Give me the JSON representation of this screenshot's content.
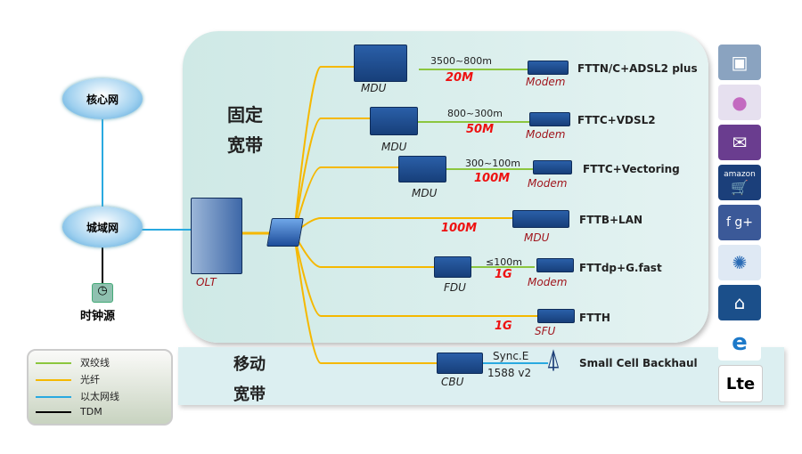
{
  "colors": {
    "twisted_pair": "#8cc63f",
    "fiber": "#f5b800",
    "ethernet": "#29a9e0",
    "tdm": "#000000"
  },
  "network": {
    "core": "核心网",
    "metro": "城域网",
    "clock": "时钟源"
  },
  "sections": {
    "fixed": [
      "固定",
      "宽带"
    ],
    "mobile": [
      "移动",
      "宽带"
    ]
  },
  "olt": "OLT",
  "rows": [
    {
      "device": "MDU",
      "distance": "3500~800m",
      "speed": "20M",
      "terminal": "Modem",
      "tech": "FTTN/C+ADSL2 plus"
    },
    {
      "device": "MDU",
      "distance": "800~300m",
      "speed": "50M",
      "terminal": "Modem",
      "tech": "FTTC+VDSL2"
    },
    {
      "device": "MDU",
      "distance": "300~100m",
      "speed": "100M",
      "terminal": "Modem",
      "tech": "FTTC+Vectoring"
    },
    {
      "device": "",
      "distance": "",
      "speed": "100M",
      "terminal": "MDU",
      "tech": "FTTB+LAN"
    },
    {
      "device": "FDU",
      "distance": "≤100m",
      "speed": "1G",
      "terminal": "Modem",
      "tech": "FTTdp+G.fast"
    },
    {
      "device": "",
      "distance": "",
      "speed": "1G",
      "terminal": "SFU",
      "tech": "FTTH"
    }
  ],
  "mobile_row": {
    "device": "CBU",
    "sync": "Sync.E",
    "ptp": "1588 v2",
    "tech": "Small Cell Backhaul"
  },
  "legend": [
    {
      "label": "双绞线",
      "color": "#8cc63f"
    },
    {
      "label": "光纤",
      "color": "#f5b800"
    },
    {
      "label": "以太网线",
      "color": "#29a9e0"
    },
    {
      "label": "TDM",
      "color": "#000000"
    }
  ],
  "services": [
    {
      "icon": "video-conference-icon"
    },
    {
      "icon": "messenger-icon"
    },
    {
      "icon": "email-icon"
    },
    {
      "icon": "amazon-shopping-icon",
      "text": "amazon"
    },
    {
      "icon": "social-media-icon"
    },
    {
      "icon": "network-globe-icon"
    },
    {
      "icon": "home-tv-icon"
    },
    {
      "icon": "internet-explorer-icon"
    },
    {
      "icon": "lte-icon",
      "text": "Lte"
    }
  ]
}
